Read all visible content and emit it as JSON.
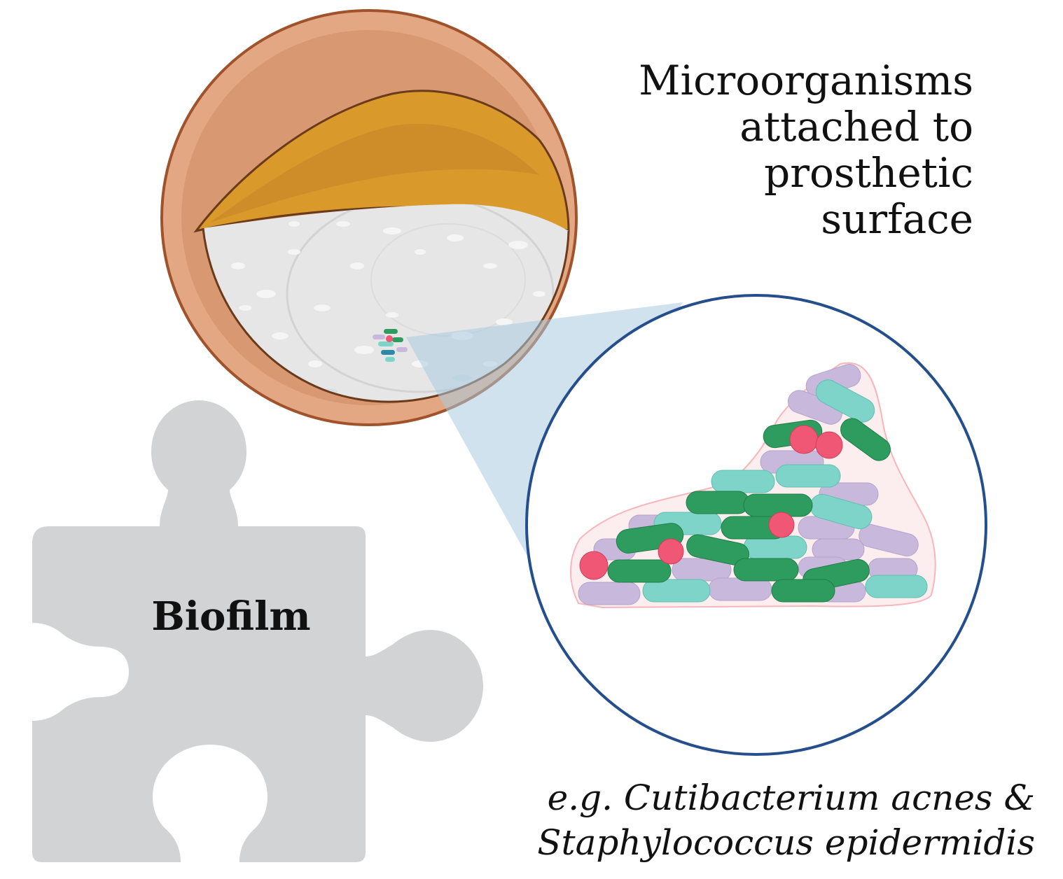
{
  "heading": {
    "lines": [
      "Microorganisms",
      "attached to",
      "prosthetic",
      "surface"
    ]
  },
  "puzzle": {
    "label": "Biofilm"
  },
  "examples": {
    "lines": [
      "e.g. Cutibacterium acnes &",
      "Staphylococcus epidermidis"
    ]
  },
  "colors": {
    "cup_outer": "#E3A883",
    "cup_rim": "#D08A63",
    "cup_stroke": "#A0532B",
    "liner_gold": "#D99A2B",
    "surface": "#E6E6E6",
    "zoom_cone": "#A9CBE0",
    "zoom_circle": "#244E8C",
    "puzzle": "#D2D3D5",
    "biofilm_matrix": "#FCEDEE",
    "bacteria_purple": "#C8B9DC",
    "bacteria_teal": "#7ED4C8",
    "bacteria_green": "#2E9C5E",
    "cocci_pink": "#EF5774"
  }
}
